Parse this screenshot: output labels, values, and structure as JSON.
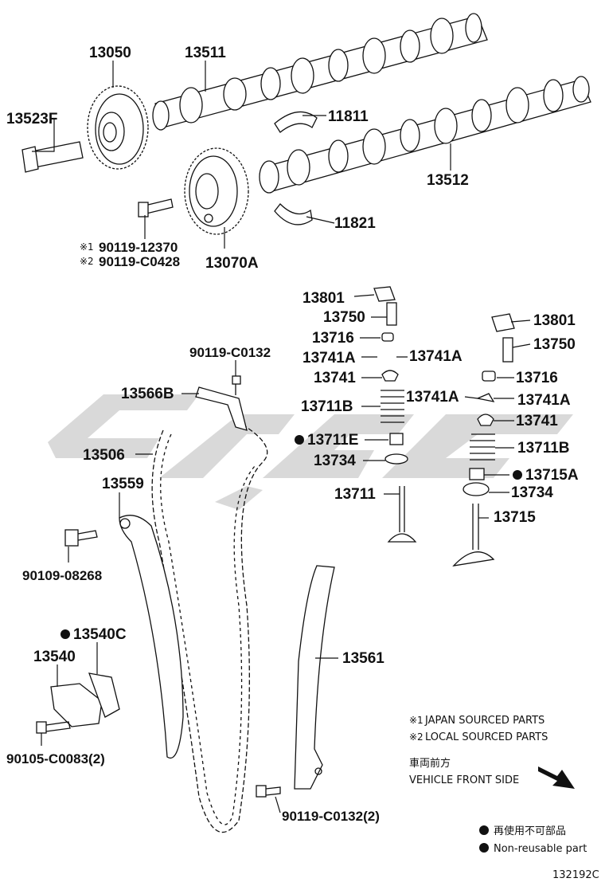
{
  "diagram": {
    "parts": [
      {
        "key": "p13050",
        "text": "13050"
      },
      {
        "key": "p13511",
        "text": "13511"
      },
      {
        "key": "p13523F",
        "text": "13523F"
      },
      {
        "key": "p11811",
        "text": "11811"
      },
      {
        "key": "p13512",
        "text": "13512"
      },
      {
        "key": "p11821",
        "text": "11821"
      },
      {
        "key": "p13070A",
        "text": "13070A"
      },
      {
        "key": "p90119_12370",
        "text": "90119-12370",
        "mark": "※1"
      },
      {
        "key": "p90119_C0428",
        "text": "90119-C0428",
        "mark": "※2"
      },
      {
        "key": "p13801a",
        "text": "13801"
      },
      {
        "key": "p13750a",
        "text": "13750"
      },
      {
        "key": "p13716a",
        "text": "13716"
      },
      {
        "key": "p13741A_l1",
        "text": "13741A"
      },
      {
        "key": "p13741A_r1",
        "text": "13741A"
      },
      {
        "key": "p13741a",
        "text": "13741"
      },
      {
        "key": "p13711Ba",
        "text": "13711B"
      },
      {
        "key": "p13711E",
        "text": "13711E",
        "nonreusable": true
      },
      {
        "key": "p13734a",
        "text": "13734"
      },
      {
        "key": "p13711",
        "text": "13711"
      },
      {
        "key": "p13801b",
        "text": "13801"
      },
      {
        "key": "p13750b",
        "text": "13750"
      },
      {
        "key": "p13716b",
        "text": "13716"
      },
      {
        "key": "p13741A_l2",
        "text": "13741A"
      },
      {
        "key": "p13741A_r2",
        "text": "13741A"
      },
      {
        "key": "p13741b",
        "text": "13741"
      },
      {
        "key": "p13711Bb",
        "text": "13711B"
      },
      {
        "key": "p13715A",
        "text": "13715A",
        "nonreusable": true
      },
      {
        "key": "p13734b",
        "text": "13734"
      },
      {
        "key": "p13715",
        "text": "13715"
      },
      {
        "key": "p90119_C0132a",
        "text": "90119-C0132"
      },
      {
        "key": "p13566B",
        "text": "13566B"
      },
      {
        "key": "p13506",
        "text": "13506"
      },
      {
        "key": "p13559",
        "text": "13559"
      },
      {
        "key": "p90109_08268",
        "text": "90109-08268"
      },
      {
        "key": "p13540C",
        "text": "13540C",
        "nonreusable": true
      },
      {
        "key": "p13540",
        "text": "13540"
      },
      {
        "key": "p13561",
        "text": "13561"
      },
      {
        "key": "p90105_C0083",
        "text": "90105-C0083(2)"
      },
      {
        "key": "p90119_C0132b",
        "text": "90119-C0132(2)"
      }
    ],
    "notes": {
      "note1_mark": "※1",
      "note1": "JAPAN SOURCED PARTS",
      "note2_mark": "※2",
      "note2": "LOCAL SOURCED PARTS",
      "front_jp": "車両前方",
      "front_en": "VEHICLE FRONT SIDE",
      "legend_jp": "再使用不可部品",
      "legend_en": "Non-reusable part"
    },
    "figure_id": "132192C"
  }
}
